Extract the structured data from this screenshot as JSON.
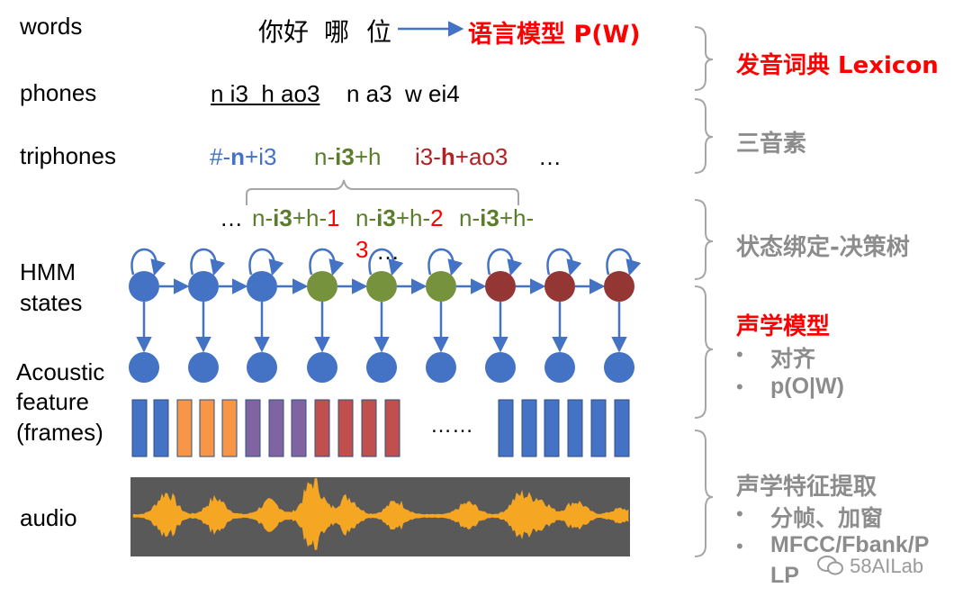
{
  "rows": {
    "words": "words",
    "phones": "phones",
    "triphones": "triphones",
    "hmm_line1": "HMM",
    "hmm_line2": "states",
    "acoustic_line1": "Acoustic",
    "acoustic_line2": "feature",
    "acoustic_line3": "(frames)",
    "audio": "audio"
  },
  "words": {
    "w1": "你好",
    "w2": "哪",
    "w3": "位",
    "lm": "语言模型 P(W)"
  },
  "phones": {
    "underlined": "n i3  h ao3",
    "rest": "n a3  w ei4"
  },
  "triphones": {
    "t1_a": "#-",
    "t1_b": "n",
    "t1_c": "+i3",
    "t2_a": "n-",
    "t2_b": "i3",
    "t2_c": "+h",
    "t3_a": "i3-",
    "t3_b": "h",
    "t3_c": "+ao3",
    "ellipsis": "…"
  },
  "states": {
    "lead": "…",
    "s1_a": "n-",
    "s1_b": "i3",
    "s1_c": "+h-",
    "s1_d": "1",
    "s2_a": "n-",
    "s2_b": "i3",
    "s2_c": "+h-",
    "s2_d": "2",
    "s3_a": "n-",
    "s3_b": "i3",
    "s3_c": "+h-",
    "s3_d": "3",
    "tail": "…"
  },
  "frames_ellipsis": "……",
  "right": {
    "lexicon": "发音词典 Lexicon",
    "triphone": "三音素",
    "tying": "状态绑定-决策树",
    "am_title": "声学模型",
    "am_b1": "对齐",
    "am_b2": "p(O|W)",
    "fe_title": "声学特征提取",
    "fe_b1": "分帧、加窗",
    "fe_b2_line1": "MFCC/Fbank/P",
    "fe_b2_line2": "LP",
    "bullet": "•"
  },
  "watermark": "58AILab",
  "colors": {
    "blue": "#4472C4",
    "green": "#76923C",
    "darkred": "#943634",
    "orange": "#F79646",
    "purple": "#8064A2",
    "red_frame": "#C0504D",
    "red_text": "#FF0000",
    "gray_text": "#8C8C8C",
    "audio_bg": "#595959",
    "wave": "#F5A623"
  }
}
